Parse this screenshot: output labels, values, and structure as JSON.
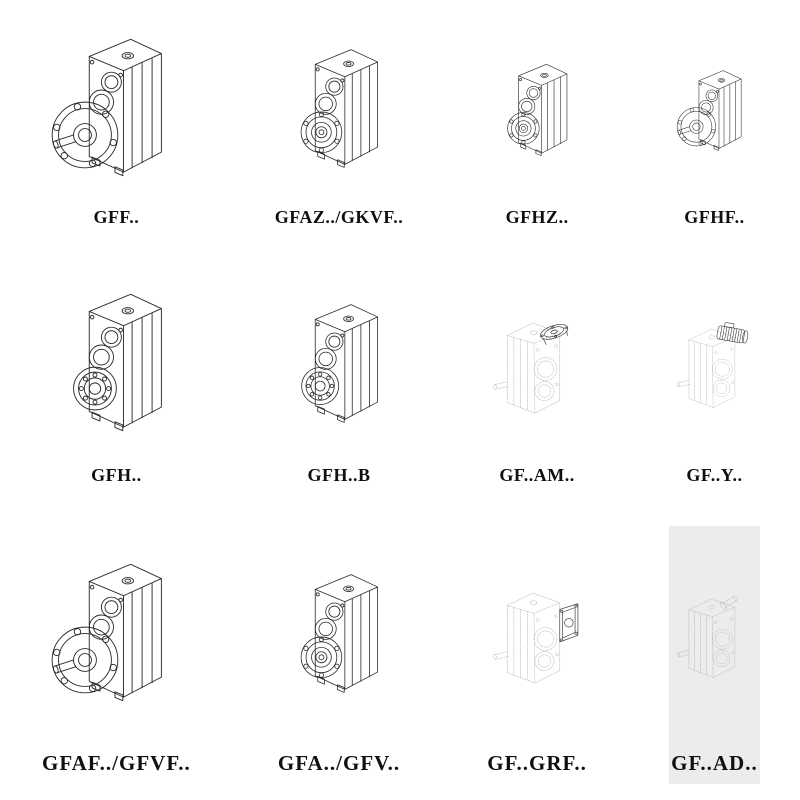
{
  "page": {
    "background": "#ffffff",
    "description": "Catalog sheet of gear reducer configuration line drawings"
  },
  "drawing_colors": {
    "solid_line": "#2b2b2b",
    "dashed_line": "#a3aab2",
    "label_color": "#101010",
    "shaded_cell_background": "#ececec"
  },
  "items": [
    {
      "label": "GFF..",
      "line_style": "solid",
      "drawing": "gearbox-flange-output-drawing"
    },
    {
      "label": "GFAZ../GKVF..",
      "line_style": "solid",
      "drawing": "gearbox-hollow-shaft-drawing"
    },
    {
      "label": "GFHZ..",
      "line_style": "solid",
      "drawing": "gearbox-hollow-shaft-drawing"
    },
    {
      "label": "GFHF..",
      "line_style": "solid",
      "drawing": "gearbox-flange-output-drawing"
    },
    {
      "label": "GFH..",
      "line_style": "solid",
      "drawing": "gearbox-bearing-output-drawing"
    },
    {
      "label": "GFH..B",
      "line_style": "solid",
      "drawing": "gearbox-bearing-output-drawing"
    },
    {
      "label": "GF..AM..",
      "line_style": "dashed",
      "drawing": "gearbox-rear-motor-adapter-flange-drawing"
    },
    {
      "label": "GF..Y..",
      "line_style": "dashed",
      "drawing": "gearbox-rear-with-motor-drawing"
    },
    {
      "label": "GFAF../GFVF..",
      "line_style": "solid",
      "drawing": "gearbox-flange-output-drawing"
    },
    {
      "label": "GFA../GFV..",
      "line_style": "solid",
      "drawing": "gearbox-hollow-shaft-drawing"
    },
    {
      "label": "GF..GRF..",
      "line_style": "dashed",
      "drawing": "gearbox-rear-adapter-box-drawing"
    },
    {
      "label": "GF..AD..",
      "line_style": "dashed",
      "drawing": "gearbox-rear-input-shaft-drawing"
    }
  ]
}
